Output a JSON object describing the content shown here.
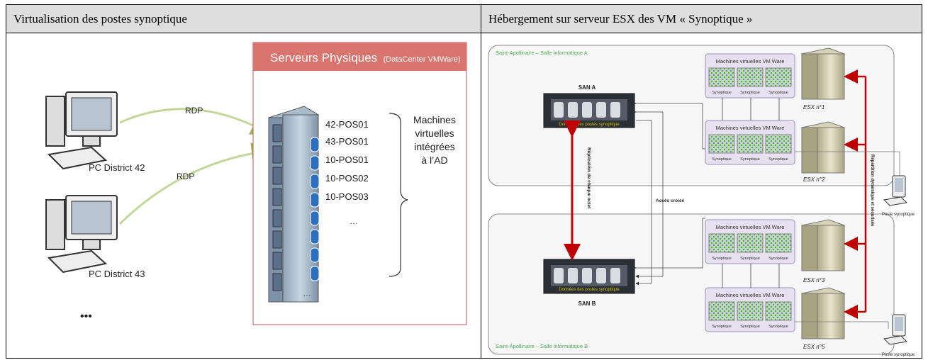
{
  "table": {
    "left_header": "Virtualisation des postes synoptique",
    "right_header": "Hébergement sur serveur ESX des VM « Synoptique »"
  },
  "left_diagram": {
    "panel_title": "Serveurs Physiques",
    "panel_title_suffix": "(DataCenter VMWare)",
    "pc1_label": "PC District 42",
    "pc2_label": "PC District 43",
    "pc_ellipsis": "•••",
    "rdp1": "RDP",
    "rdp2": "RDP",
    "vm_names": [
      "42-POS01",
      "43-POS01",
      "10-POS01",
      "10-POS02",
      "10-POS03"
    ],
    "vm_ellipsis": "…",
    "rack_ellipsis": "…",
    "brace_text": [
      "Machines",
      "virtuelles",
      "intégrées",
      "à l’AD"
    ],
    "colors": {
      "panel_border": "#c0504d",
      "panel_title_bg": "#c0504d",
      "rdp_arrow": "#c4d79b"
    }
  },
  "right_diagram": {
    "room_a_label": "Saint-Apollinaire – Salle informatique A",
    "room_b_label": "Saint-Apollinaire – Salle informatique B",
    "san_a_label": "SAN A",
    "san_b_label": "SAN B",
    "san_caption": "Données des postes synoptique",
    "replication_label": "Réplication de chaque octet",
    "cross_access_label": "Accès croisé",
    "dynamic_label": "Répartition dynamique et sécurisée",
    "vm_group_title": "Machines virtuelles VM Ware",
    "vm_tile_label": "Synoptique",
    "esx_labels": [
      "ESX n°1",
      "ESX n°2",
      "ESX n°3",
      "ESX n°5"
    ],
    "poste_label": "Poste synoptique",
    "colors": {
      "red_link": "#c00000",
      "room_label": "#4caf50",
      "san_caption": "#d4c300"
    }
  }
}
